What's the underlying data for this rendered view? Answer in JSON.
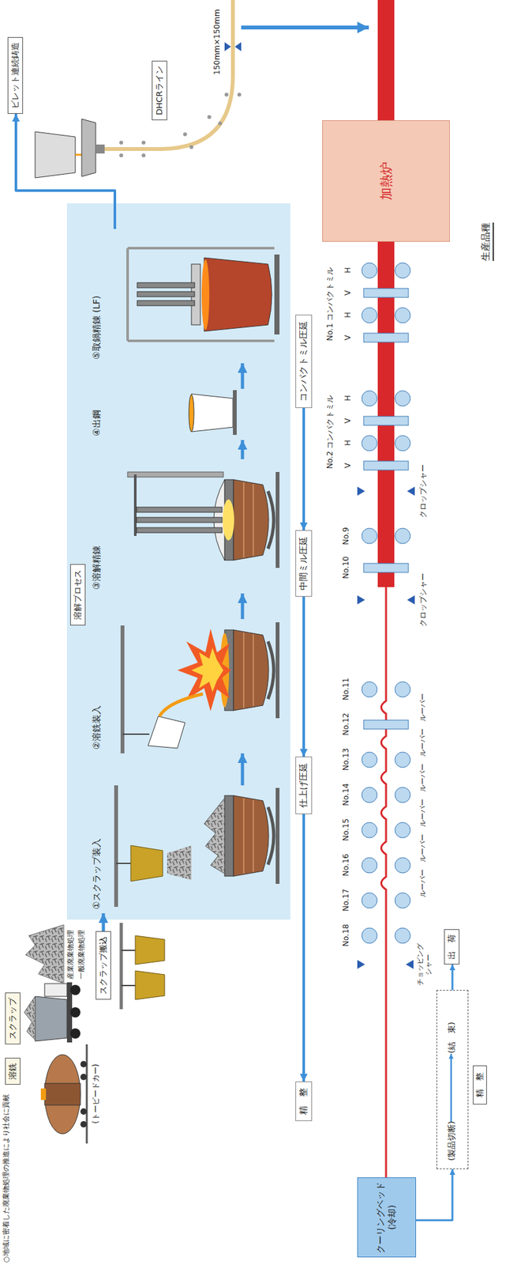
{
  "diagram": {
    "nodes": [
      {
        "text": [
          "溶銑"
        ]
      },
      {
        "text": [
          "スクラップ"
        ]
      },
      {
        "text": [
          "スクラップ搬込"
        ]
      },
      {
        "text": [
          "溶解プロセス"
        ]
      },
      {
        "text": [
          "①スクラップ装入"
        ],
        "in": 3
      },
      {
        "text": [
          "②溶銑装入"
        ],
        "in": 3
      },
      {
        "text": [
          "③溶解精錬"
        ],
        "in": 3
      },
      {
        "text": [
          "④出鋼"
        ],
        "in": 3
      },
      {
        "text": [
          "⑤取鍋精錬 (LF)"
        ],
        "in": 3
      },
      {
        "text": [
          "ビレット連続鋳造"
        ]
      },
      {
        "text": [
          "DHCRライン"
        ]
      },
      {
        "text": [
          "加熱炉"
        ]
      },
      {
        "text": [
          "コンパクトミル圧延"
        ]
      },
      {
        "text": [
          "中間ミル圧延"
        ]
      },
      {
        "text": [
          "仕上げ圧延"
        ]
      },
      {
        "text": [
          "精　整"
        ]
      },
      {
        "text": [
          "クーリングベッド (冷却)"
        ]
      },
      {
        "text": [
          "精　整"
        ]
      },
      {
        "text": [
          "(製品切断)"
        ],
        "in": 17
      },
      {
        "text": [
          "(結　束)"
        ],
        "in": 17
      },
      {
        "text": [
          "出　荷"
        ]
      }
    ],
    "edges": [
      {
        "from": 2,
        "to": 4,
        "arrow": "to"
      },
      {
        "from": 4,
        "to": 5,
        "arrow": "to"
      },
      {
        "from": 5,
        "to": 6,
        "arrow": "to"
      },
      {
        "from": 6,
        "to": 7,
        "arrow": "to"
      },
      {
        "from": 7,
        "to": 8,
        "arrow": "to"
      },
      {
        "from": 8,
        "to": 9,
        "arrow": "to"
      },
      {
        "from": 12,
        "to": 13,
        "arrow": "to"
      },
      {
        "from": 13,
        "to": 14,
        "arrow": "to"
      },
      {
        "from": 14,
        "to": 15,
        "arrow": "to"
      },
      {
        "from": 16,
        "to": 17,
        "arrow": "to"
      },
      {
        "from": 18,
        "to": 19,
        "arrow": "to"
      },
      {
        "from": 17,
        "to": 20,
        "arrow": "to"
      }
    ],
    "labels": [
      "○地域に密着した廃棄物処理の推進により社会に貢献",
      "産業廃棄物処理",
      "一般廃棄物処理",
      "(トーピードカー)",
      "150mm×150mm",
      "No.2 コンパクトミル",
      "No.1 コンパクトミル",
      "V",
      "H",
      "V",
      "H",
      "V",
      "H",
      "V",
      "H",
      "No.10",
      "No.9",
      "No.18",
      "No.17",
      "No.16",
      "No.15",
      "No.14",
      "No.13",
      "No.12",
      "No.11",
      "クロップシャー",
      "クロップシャー",
      "ルーパー",
      "ルーパー",
      "ルーパー",
      "ルーパー",
      "ルーパー",
      "ルーパー",
      "チョッピング シャー",
      "生産品種"
    ]
  }
}
